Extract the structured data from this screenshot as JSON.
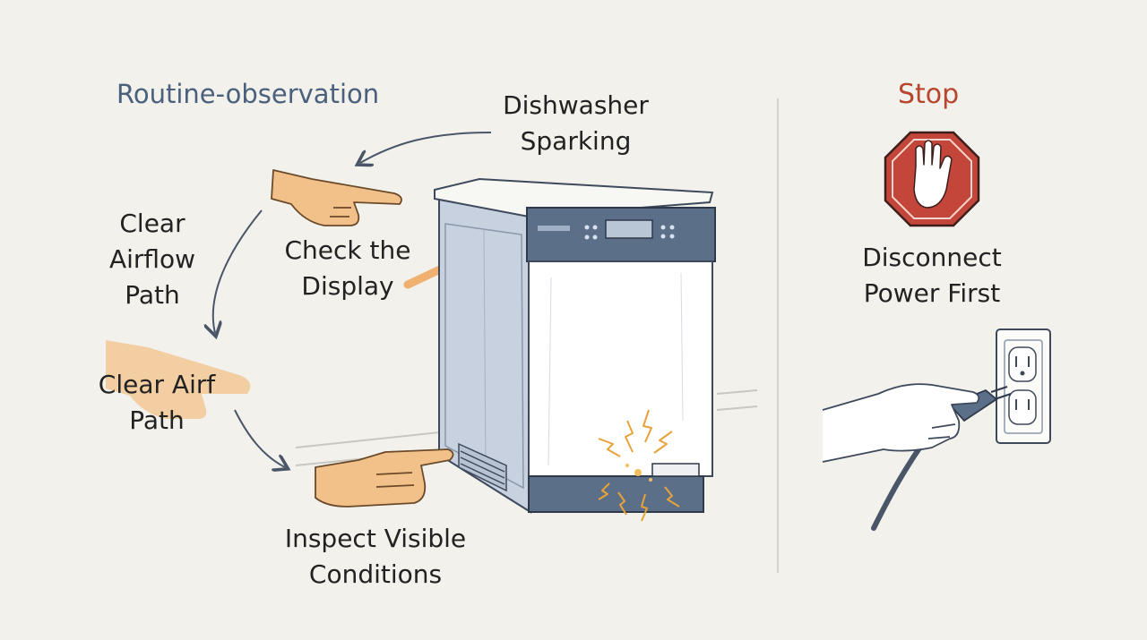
{
  "routine": {
    "title": "Routine-observation",
    "steps": {
      "dishwasher_sparking": [
        "Dishwasher",
        "Sparking"
      ],
      "check_display": [
        "Check the",
        "Display"
      ],
      "clear_airflow": [
        "Clear",
        "Airflow",
        "Path"
      ],
      "clear_airf": [
        "Clear Airf",
        "Path"
      ],
      "inspect": [
        "Inspect Visible",
        "Conditions"
      ]
    }
  },
  "stop": {
    "title": "Stop",
    "instruction": [
      "Disconnect",
      "Power First"
    ]
  },
  "colors": {
    "routine_title": "#4a607c",
    "stop_title": "#b8452e",
    "stop_sign": "#c4463a",
    "skin": "#f2c18a",
    "arrow_orange": "#f0b070",
    "appliance_blue": "#5b6f89",
    "spark": "#e8a23a"
  }
}
